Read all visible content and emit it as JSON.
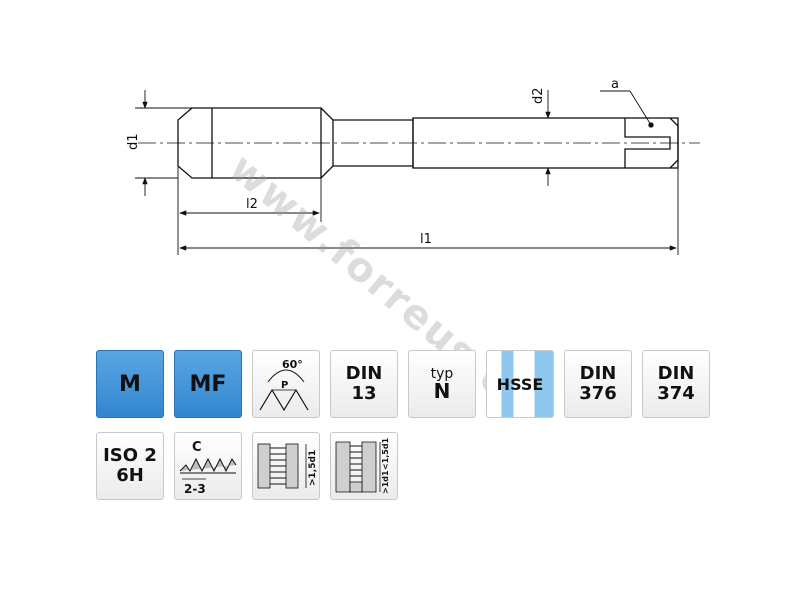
{
  "drawing": {
    "labels": {
      "d1": "d1",
      "d2": "d2",
      "l2": "l2",
      "l1": "l1",
      "a": "a"
    }
  },
  "watermark": "www.forreus.cz",
  "tiles": {
    "m": "M",
    "mf": "MF",
    "angle": {
      "degrees": "60°",
      "pitch": "P"
    },
    "din13": {
      "line1": "DIN",
      "line2": "13"
    },
    "typn": {
      "line1": "typ",
      "line2": "N"
    },
    "hsse": "HSSE",
    "din376": {
      "line1": "DIN",
      "line2": "376"
    },
    "din374": {
      "line1": "DIN",
      "line2": "374"
    },
    "iso": {
      "line1": "ISO 2",
      "line2": "6H"
    },
    "chamfer": {
      "top": "C",
      "bottom": "2-3"
    },
    "through_hole": {
      "depth": ">1,5d1"
    },
    "blind_hole": {
      "depth_top": "<1,5d1",
      "depth_bottom": ">1d1"
    }
  },
  "colors": {
    "blue_tile": "#3a8ed6",
    "hsse_stripe": "#8ec8f0"
  }
}
